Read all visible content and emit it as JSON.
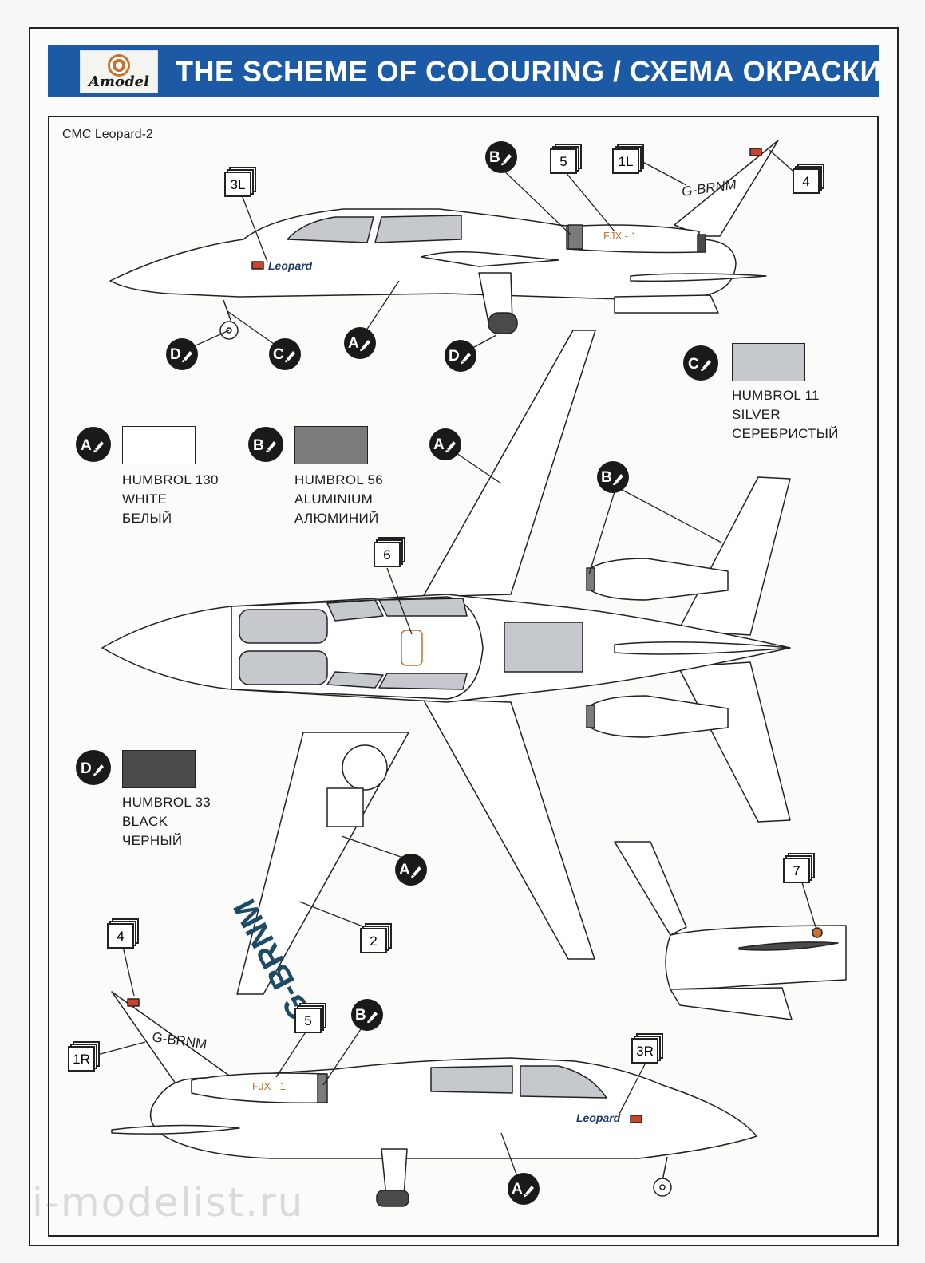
{
  "header": {
    "brand": "Amodel",
    "title": "THE SCHEME OF COLOURING / СХЕМА ОКРАСКИ",
    "banner_color": "#1d5aa6"
  },
  "model_name": "CMC Leopard-2",
  "paints": [
    {
      "key": "A",
      "code": "HUMBROL 130",
      "name_en": "WHITE",
      "name_ru": "БЕЛЫЙ",
      "color": "#ffffff"
    },
    {
      "key": "B",
      "code": "HUMBROL 56",
      "name_en": "ALUMINIUM",
      "name_ru": "АЛЮМИНИЙ",
      "color": "#7b7b7d"
    },
    {
      "key": "C",
      "code": "HUMBROL 11",
      "name_en": "SILVER",
      "name_ru": "СЕРЕБРИСТЫЙ",
      "color": "#c5c9ce"
    },
    {
      "key": "D",
      "code": "HUMBROL 33",
      "name_en": "BLACK",
      "name_ru": "ЧЕРНЫЙ",
      "color": "#4a4a4a"
    }
  ],
  "decals": {
    "top_left": {
      "d3L": "3L",
      "d5": "5",
      "d1L": "1L",
      "d4": "4"
    },
    "top_view": {
      "d6": "6"
    },
    "under_wing": {
      "d2": "2"
    },
    "tail_view": {
      "d7": "7"
    },
    "bottom_right": {
      "d4": "4",
      "d1R": "1R",
      "d5": "5",
      "d3R": "3R"
    }
  },
  "aircraft_markings": {
    "registration": "G-BRNM",
    "fuselage_name": "Leopard",
    "engine_code": "FJX - 1"
  },
  "watermark": "i-modelist.ru"
}
